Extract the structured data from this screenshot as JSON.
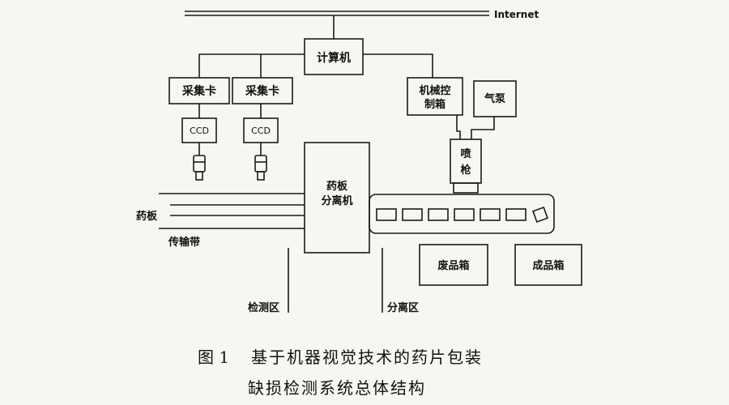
{
  "diagram": {
    "internet_label": "Internet",
    "computer_label": "计算机",
    "capture_card_left_label": "采集卡",
    "capture_card_right_label": "采集卡",
    "ccd_left_label": "CCD",
    "ccd_right_label": "CCD",
    "mech_control_box_label_line1": "机械控",
    "mech_control_box_label_line2": "制箱",
    "air_pump_label": "气泵",
    "spray_gun_label_line1": "喷",
    "spray_gun_label_line2": "枪",
    "separator_label_line1": "药板",
    "separator_label_line2": "分离机",
    "blister_label": "药板",
    "conveyor_label": "传输带",
    "waste_box_label": "废品箱",
    "product_box_label": "成品箱",
    "detection_zone_label": "检测区",
    "separation_zone_label": "分离区"
  },
  "caption": {
    "figure_number": "图 1",
    "line1": "基于机器视觉技术的药片包装",
    "line2": "缺损检测系统总体结构"
  }
}
